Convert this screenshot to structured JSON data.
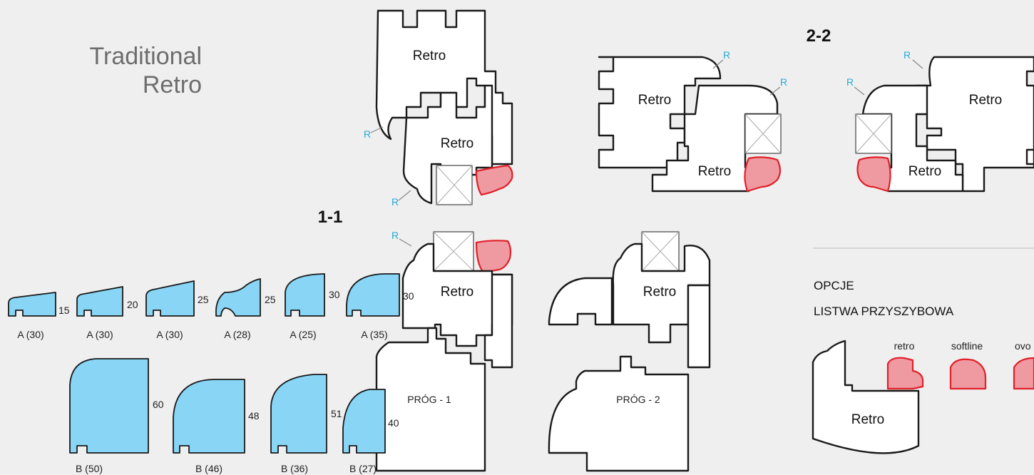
{
  "title": {
    "line1": "Traditional",
    "line2": "Retro"
  },
  "sections": {
    "s11": "1-1",
    "s22": "2-2"
  },
  "profile_label": "Retro",
  "radius_mark": "R",
  "thresholds": {
    "t1": "PRÓG - 1",
    "t2": "PRÓG - 2"
  },
  "beads_a": [
    {
      "label": "A (30)",
      "value": "15"
    },
    {
      "label": "A (30)",
      "value": "20"
    },
    {
      "label": "A (30)",
      "value": "25"
    },
    {
      "label": "A (28)",
      "value": "25"
    },
    {
      "label": "A (25)",
      "value": "30"
    },
    {
      "label": "A (35)",
      "value": "30"
    }
  ],
  "beads_b": [
    {
      "label": "B (50)",
      "value": "60"
    },
    {
      "label": "B (46)",
      "value": "48"
    },
    {
      "label": "B (36)",
      "value": "51"
    },
    {
      "label": "B (27)",
      "value": "40"
    }
  ],
  "options": {
    "heading1": "OPCJE",
    "heading2": "LISTWA PRZYSZYBOWA",
    "items": [
      "retro",
      "softline",
      "ovo"
    ],
    "profile_label": "Retro"
  },
  "colors": {
    "bead_fill": "#88d5f5",
    "gasket_fill": "#ef9aa0",
    "gasket_stroke": "#e0202a",
    "radius_mark": "#27a9d6"
  }
}
